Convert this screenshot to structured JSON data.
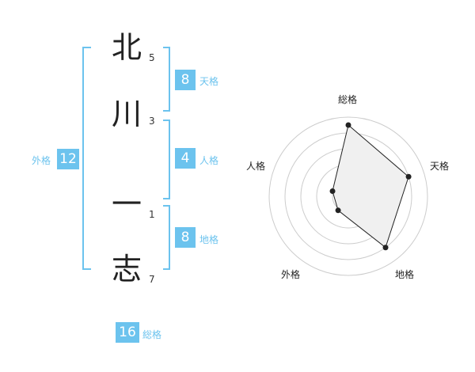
{
  "name": {
    "chars": [
      {
        "char": "北",
        "strokes": "5"
      },
      {
        "char": "川",
        "strokes": "3"
      },
      {
        "char": "一",
        "strokes": "1"
      },
      {
        "char": "志",
        "strokes": "7"
      }
    ]
  },
  "kaku": {
    "ten": {
      "value": "8",
      "label": "天格"
    },
    "jin": {
      "value": "4",
      "label": "人格"
    },
    "chi": {
      "value": "8",
      "label": "地格"
    },
    "gai": {
      "value": "12",
      "label": "外格"
    },
    "sou": {
      "value": "16",
      "label": "総格"
    }
  },
  "colors": {
    "accent": "#6cc3ee",
    "text": "#222222",
    "grid": "#cccccc",
    "fill": "#f0f0f0"
  },
  "chart_data": {
    "type": "radar",
    "axes": [
      "総格",
      "天格",
      "地格",
      "外格",
      "人格"
    ],
    "values": [
      0.9,
      0.8,
      0.8,
      0.22,
      0.21
    ],
    "rings": 5,
    "range": [
      0,
      1
    ]
  }
}
